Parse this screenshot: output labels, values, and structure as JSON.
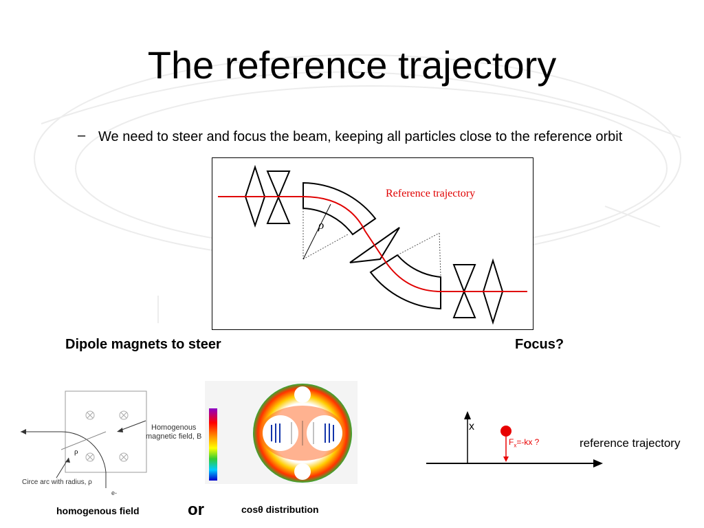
{
  "slide": {
    "title": "The reference trajectory",
    "bullet_dash": "–",
    "bullet_text": "We need to steer and focus the beam, keeping all particles close to the reference orbit"
  },
  "main_figure": {
    "reference_label": "Reference trajectory",
    "rho_symbol": "ρ",
    "colors": {
      "trajectory": "#e00000",
      "outline": "#000000",
      "dotted": "#555555"
    }
  },
  "labels": {
    "dipole": "Dipole magnets to steer",
    "focus": "Focus?",
    "homogenous_field": "homogenous field",
    "or": "or",
    "cos_distribution": "cosθ distribution"
  },
  "dipole_diagram": {
    "field_label_line1": "Homogenous",
    "field_label_line2": "magnetic field, B",
    "rho": "ρ",
    "arc_label": "Circe arc with radius, ρ",
    "electron": "e-"
  },
  "focus_diagram": {
    "axis_label": "x",
    "force_label": "F",
    "force_sub": "x",
    "force_rest": "=-kx  ?",
    "trajectory_label": "reference trajectory",
    "colors": {
      "particle": "#e80000",
      "axis": "#000000"
    }
  }
}
